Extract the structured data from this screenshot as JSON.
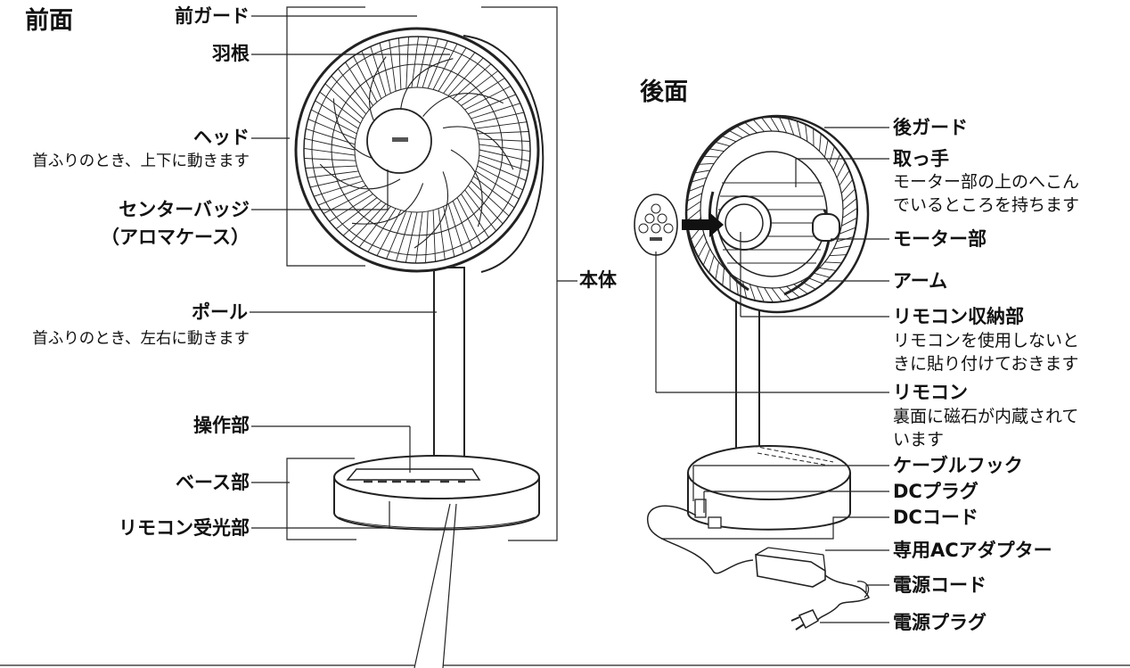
{
  "front": {
    "heading": "前面",
    "labels": {
      "front_guard": "前ガード",
      "blades": "羽根",
      "head": "ヘッド",
      "head_note": "首ふりのとき、上下に動きます",
      "center_badge": "センターバッジ",
      "aroma_case": "（アロマケース）",
      "pole": "ポール",
      "pole_note": "首ふりのとき、左右に動きます",
      "control_panel": "操作部",
      "base": "ベース部",
      "remote_receiver": "リモコン受光部",
      "main_body": "本体"
    }
  },
  "back": {
    "heading": "後面",
    "labels": {
      "rear_guard": "後ガード",
      "handle": "取っ手",
      "handle_note_1": "モーター部の上のへこん",
      "handle_note_2": "でいるところを持ちます",
      "motor": "モーター部",
      "arm": "アーム",
      "remote_storage": "リモコン収納部",
      "remote_storage_note_1": "リモコンを使用しないと",
      "remote_storage_note_2": "きに貼り付けておきます",
      "remote": "リモコン",
      "remote_note_1": "裏面に磁石が内蔵されて",
      "remote_note_2": "います",
      "cable_hook": "ケーブルフック",
      "dc_plug": "DCプラグ",
      "dc_cord": "DCコード",
      "ac_adapter": "専用ACアダプター",
      "power_cord": "電源コード",
      "power_plug": "電源プラグ"
    }
  }
}
